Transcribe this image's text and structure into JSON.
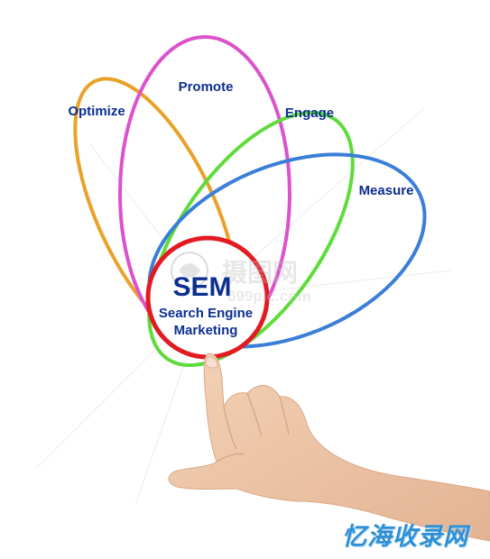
{
  "diagram": {
    "center": {
      "title": "SEM",
      "line1": "Search Engine",
      "line2": "Marketing"
    },
    "petals": [
      {
        "label": "Optimize",
        "color": "#e8a22a"
      },
      {
        "label": "Promote",
        "color": "#dc52cc"
      },
      {
        "label": "Engage",
        "color": "#5fdc3c"
      },
      {
        "label": "Measure",
        "color": "#3a7ed8"
      }
    ],
    "center_ring_color": "#e21b23",
    "text_color": "#0d2f8f"
  },
  "watermark": {
    "main": "摄图网",
    "sub": "699pic.com",
    "footer": "忆海收录网"
  }
}
